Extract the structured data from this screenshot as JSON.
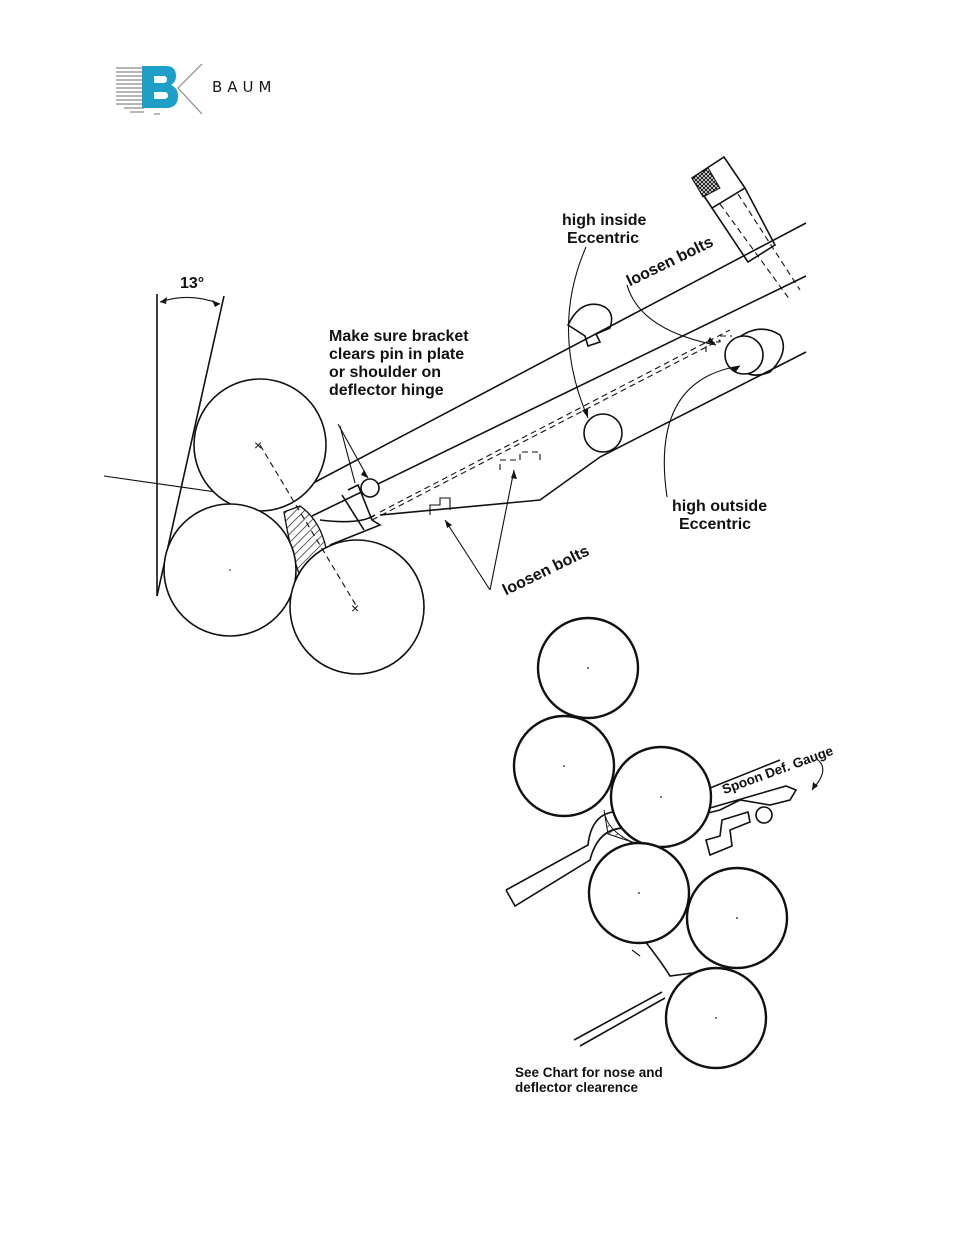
{
  "header": {
    "brand_name": "BAUM",
    "logo_letter": "B"
  },
  "colors": {
    "brand": "#1e9fc7",
    "ink": "#111111"
  },
  "top_diagram": {
    "angle_label": "13°",
    "bracket_note": [
      "Make sure bracket",
      "clears pin in plate",
      "or shoulder on",
      "deflector hinge"
    ],
    "high_inside": [
      "high inside",
      "Eccentric"
    ],
    "loosen_bolts_upper": "loosen bolts",
    "loosen_bolts_lower": "loosen bolts",
    "high_outside": [
      "high outside",
      "Eccentric"
    ]
  },
  "bottom_diagram": {
    "gauge_label": "Spoon Def. Gauge",
    "chart_note": [
      "See Chart for nose and",
      "deflector clearence"
    ]
  }
}
